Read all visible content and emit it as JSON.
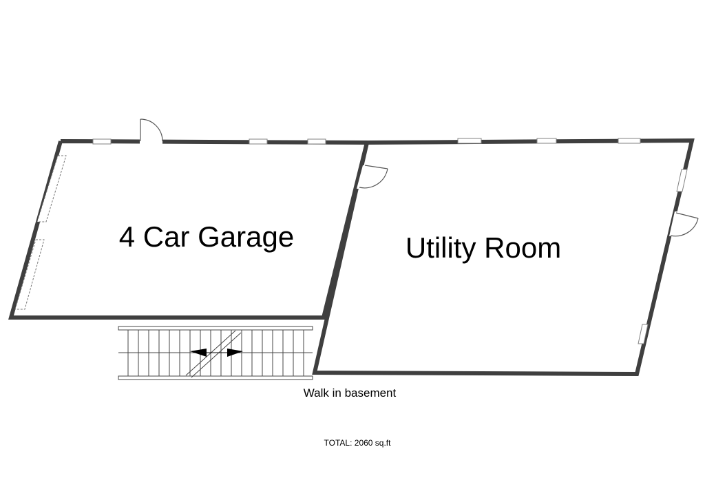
{
  "floorplan": {
    "rooms": [
      {
        "id": "garage",
        "label": "4 Car Garage"
      },
      {
        "id": "utility",
        "label": "Utility Room"
      }
    ],
    "stairs_label": "Walk in basement",
    "total_label": "TOTAL: 2060 sq.ft"
  },
  "colors": {
    "wall": "#3f3f3f",
    "window": "#808080",
    "background": "#ffffff"
  }
}
